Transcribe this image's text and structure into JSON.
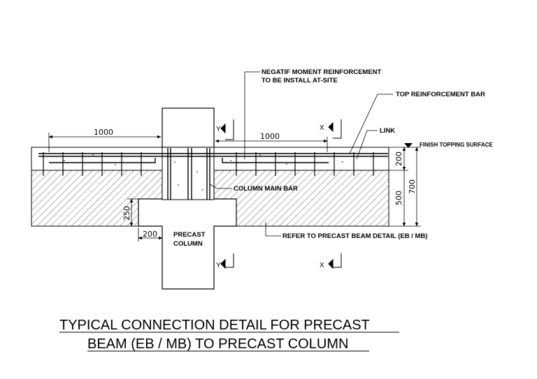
{
  "labels": {
    "negatif_line1": "NEGATIF MOMENT REINFORCEMENT",
    "negatif_line2": "TO BE INSTALL AT-SITE",
    "top_reinforcement": "TOP REINFORCEMENT BAR",
    "link": "LINK",
    "finish_topping": "FINISH TOPPING SURFACE",
    "column_main_bar": "COLUMN MAIN BAR",
    "refer_precast_beam": "REFER TO PRECAST BEAM DETAIL (EB / MB)",
    "precast_line1": "PRECAST",
    "precast_line2": "COLUMN"
  },
  "dimensions": {
    "left_1000": "1000",
    "right_1000": "1000",
    "d200_right": "200",
    "d500": "500",
    "d700": "700",
    "d250": "250",
    "d200_left": "200"
  },
  "section_marks": {
    "y_top": "Y",
    "x_top": "X",
    "y_bottom": "Y",
    "x_bottom": "X"
  },
  "title": {
    "line1": "TYPICAL CONNECTION DETAIL  FOR PRECAST",
    "line2": "BEAM (EB / MB) TO PRECAST COLUMN"
  }
}
